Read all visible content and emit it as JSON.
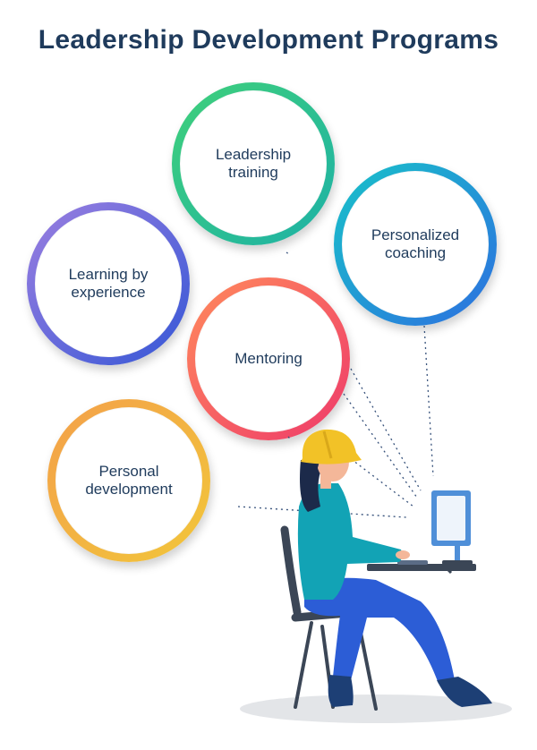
{
  "title": "Leadership Development Programs",
  "circles": [
    {
      "id": "leadership-training",
      "label": "Leadership\ntraining",
      "colors": [
        "#3fd07a",
        "#1db1a6"
      ]
    },
    {
      "id": "personalized-coaching",
      "label": "Personalized\ncoaching",
      "colors": [
        "#18c2c9",
        "#2d6fe0"
      ]
    },
    {
      "id": "learning-by-experience",
      "label": "Learning by\nexperience",
      "colors": [
        "#9b7fe0",
        "#3557d6"
      ]
    },
    {
      "id": "mentoring",
      "label": "Mentoring",
      "colors": [
        "#ff8a5c",
        "#ee3a6a"
      ]
    },
    {
      "id": "personal-development",
      "label": "Personal\ndevelopment",
      "colors": [
        "#f3a04a",
        "#f2c63a"
      ]
    }
  ],
  "colors": {
    "title": "#1f3b5c",
    "helmet": "#f2c227",
    "shirt": "#12a3b5",
    "pants": "#2c5dd6",
    "shoes": "#1d3f75",
    "hair": "#1c2a4a",
    "skin": "#f4b799",
    "desk": "#3b4656",
    "monitor": "#4f8fd8",
    "floor-shadow": "#e3e5e8",
    "connector": "#35507a"
  }
}
